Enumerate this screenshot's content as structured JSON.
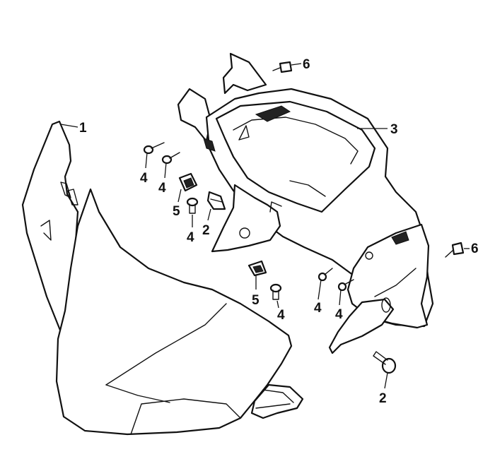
{
  "diagram": {
    "callouts": [
      {
        "id": "c1",
        "label": "1"
      },
      {
        "id": "c3",
        "label": "3"
      },
      {
        "id": "c6a",
        "label": "6"
      },
      {
        "id": "c6b",
        "label": "6"
      },
      {
        "id": "c4a",
        "label": "4"
      },
      {
        "id": "c4b",
        "label": "4"
      },
      {
        "id": "c5a",
        "label": "5"
      },
      {
        "id": "c4c",
        "label": "4"
      },
      {
        "id": "c2a",
        "label": "2"
      },
      {
        "id": "c5b",
        "label": "5"
      },
      {
        "id": "c4d",
        "label": "4"
      },
      {
        "id": "c4e",
        "label": "4"
      },
      {
        "id": "c4f",
        "label": "4"
      },
      {
        "id": "c2b",
        "label": "2"
      }
    ]
  }
}
